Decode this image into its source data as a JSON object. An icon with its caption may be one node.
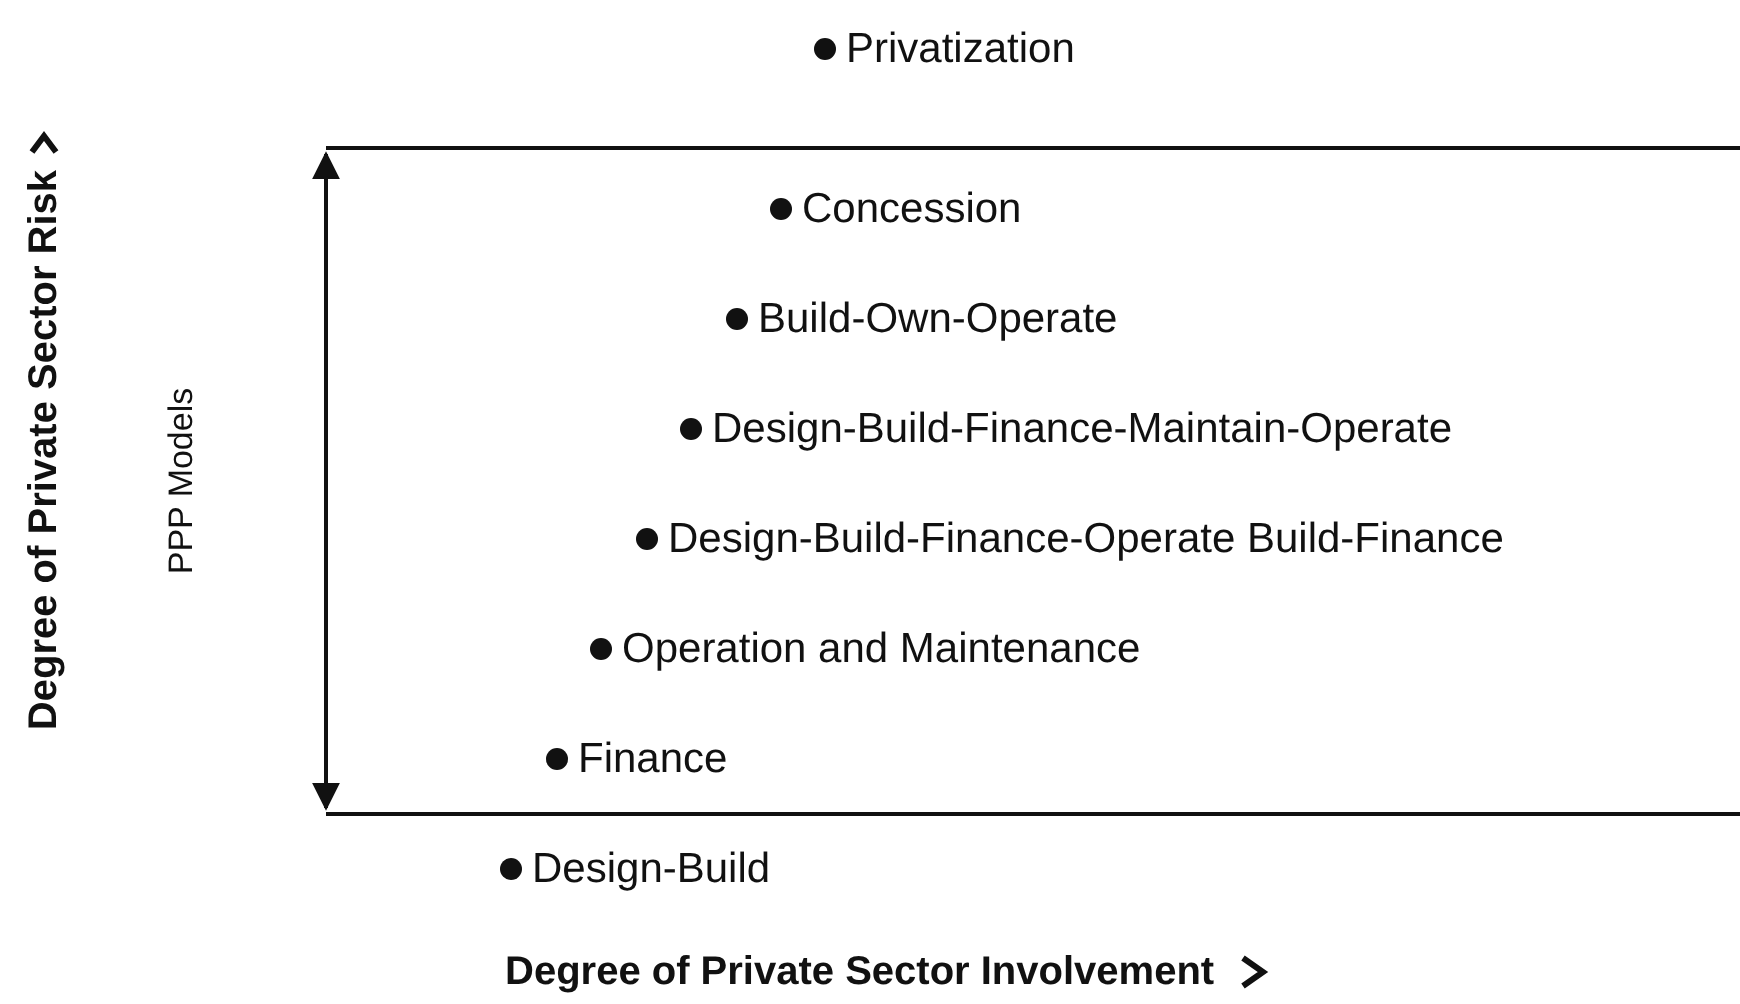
{
  "diagram": {
    "labels": [
      "Degree of Private Sector Risk",
      "Privatization",
      "Concession",
      "Build-Own-Operate",
      "PPP Models",
      "Design-Build-Finance-Maintain-Operate",
      "Design-Build-Finance-Operate Build-Finance",
      "Operation and Maintenance",
      "Finance",
      "Design-Build",
      "Degree of Private Sector Involvement"
    ]
  }
}
